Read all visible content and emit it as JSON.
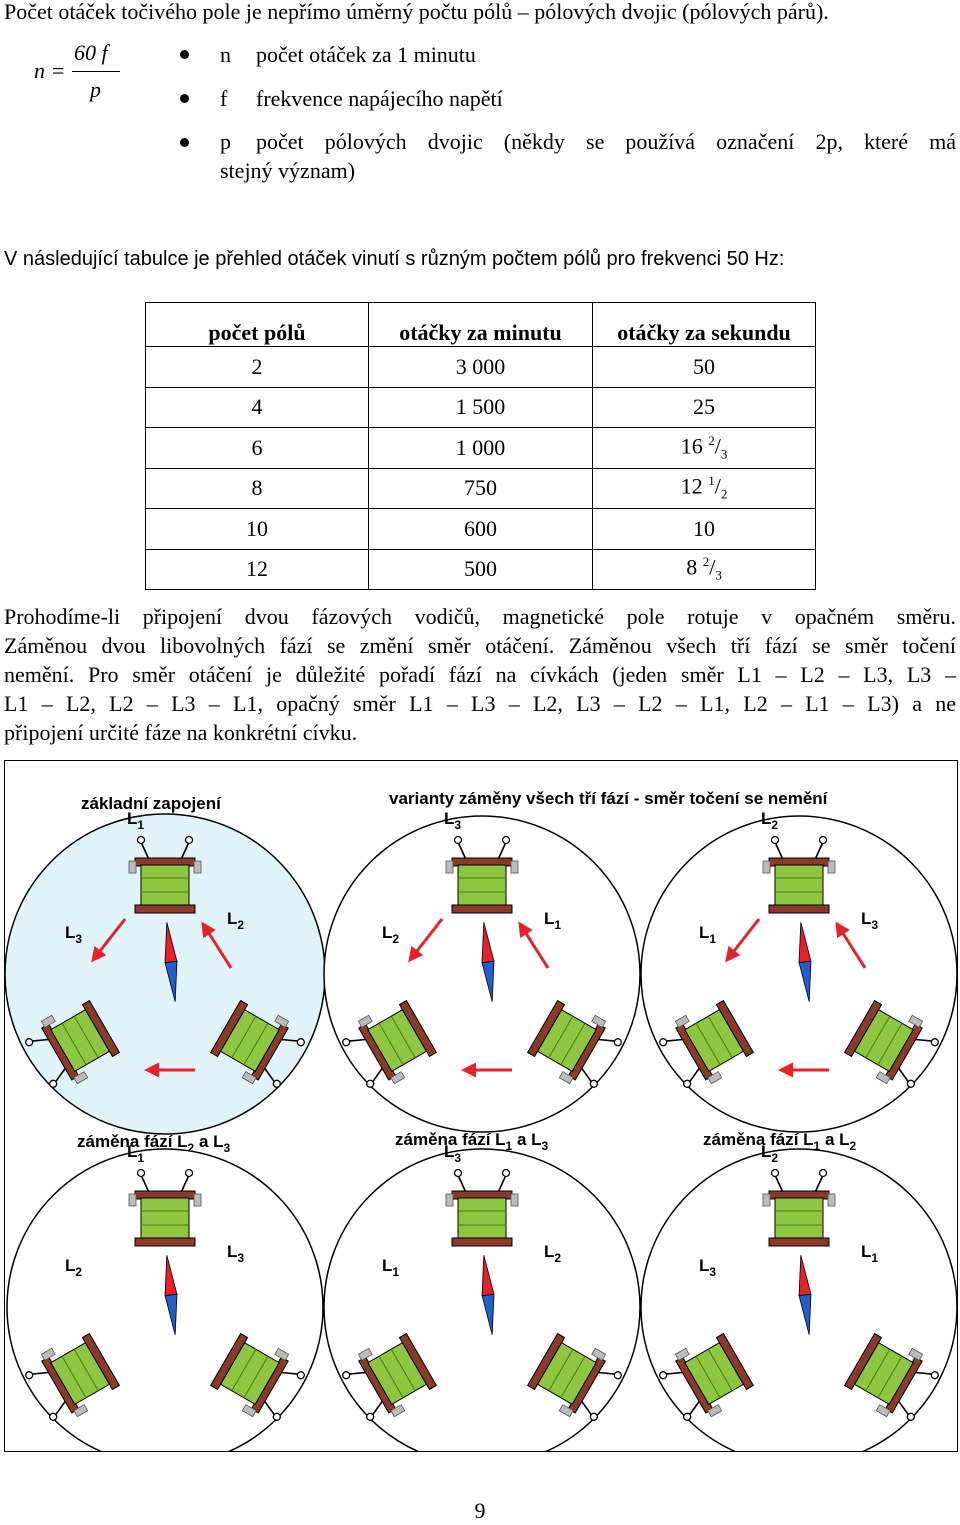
{
  "intro_line": "Počet otáček točivého pole je nepřímo úměrný počtu pólů – pólových dvojic (pólových párů).",
  "formula": {
    "lhs": "n =",
    "numerator": "60 f",
    "denominator": "p"
  },
  "bullets": [
    {
      "sym": "n",
      "text": "počet otáček za 1 minutu"
    },
    {
      "sym": "f",
      "text": "frekvence napájecího napětí"
    },
    {
      "sym": "p",
      "text_line1": "počet pólových dvojic (někdy se používá označení 2p, které má",
      "text_line2": "stejný význam)"
    }
  ],
  "table_intro": "V následující tabulce je přehled otáček vinutí s různým počtem pólů pro frekvenci 50 Hz:",
  "table": {
    "headers": [
      "počet pólů",
      "otáčky za minutu",
      "otáčky za sekundu"
    ],
    "rows": [
      {
        "poles": "2",
        "rpm": "3 000",
        "rps": "50",
        "sup": "",
        "sub": ""
      },
      {
        "poles": "4",
        "rpm": "1 500",
        "rps": "25",
        "sup": "",
        "sub": ""
      },
      {
        "poles": "6",
        "rpm": "1 000",
        "rps": "16 ",
        "sup": "2",
        "sub": "3"
      },
      {
        "poles": "8",
        "rpm": "750",
        "rps": "12 ",
        "sup": "1",
        "sub": "2"
      },
      {
        "poles": "10",
        "rpm": "600",
        "rps": "10",
        "sup": "",
        "sub": ""
      },
      {
        "poles": "12",
        "rpm": "500",
        "rps": "8 ",
        "sup": "2",
        "sub": "3"
      }
    ]
  },
  "paragraph_lines": [
    "Prohodíme-li připojení dvou fázových vodičů, magnetické pole rotuje v opačném směru.",
    "Záměnou dvou libovolných fází se změní směr otáčení. Záměnou všech tří fází se směr točení",
    "nemění. Pro směr otáčení je důležité pořadí fází na cívkách (jeden směr L1 – L2 – L3, L3 –",
    "L1 – L2, L2 – L3 – L1, opačný směr L1 – L3 – L2, L3 – L2 – L1, L2 – L1 – L3) a ne",
    "připojení určité fáze na konkrétní cívku."
  ],
  "figure": {
    "title_basic": "základní zapojení",
    "title_variants": "varianty záměny všech tří fází - směr točení se nemění",
    "title_swap_23_prefix": "záměna fází ",
    "title_swap_13_prefix": "záměna fází ",
    "title_swap_12_prefix": "záměna fází ",
    "and": " a ",
    "L": "L",
    "colors": {
      "coil": "#8dc63f",
      "pole": "#8b3a2a",
      "bg_basic": "#dff3f8",
      "arrow": "#e8202a",
      "needle_red": "#e8202a",
      "needle_blue": "#1f5fd0"
    },
    "diagrams": [
      {
        "id": "d1",
        "labels": {
          "top": "1",
          "right": "2",
          "left": "3"
        },
        "arrows": "ccw"
      },
      {
        "id": "d2",
        "labels": {
          "top": "3",
          "right": "1",
          "left": "2"
        },
        "arrows": "ccw"
      },
      {
        "id": "d3",
        "labels": {
          "top": "2",
          "right": "3",
          "left": "1"
        },
        "arrows": "ccw"
      },
      {
        "id": "d4",
        "labels": {
          "top": "1",
          "right": "3",
          "left": "2"
        },
        "arrows": "none"
      },
      {
        "id": "d5",
        "labels": {
          "top": "3",
          "right": "2",
          "left": "1"
        },
        "arrows": "none"
      },
      {
        "id": "d6",
        "labels": {
          "top": "2",
          "right": "1",
          "left": "3"
        },
        "arrows": "none"
      }
    ],
    "subs": {
      "swap23": [
        "2",
        "3"
      ],
      "swap13": [
        "1",
        "3"
      ],
      "swap12": [
        "1",
        "2"
      ]
    }
  },
  "page_number": "9"
}
